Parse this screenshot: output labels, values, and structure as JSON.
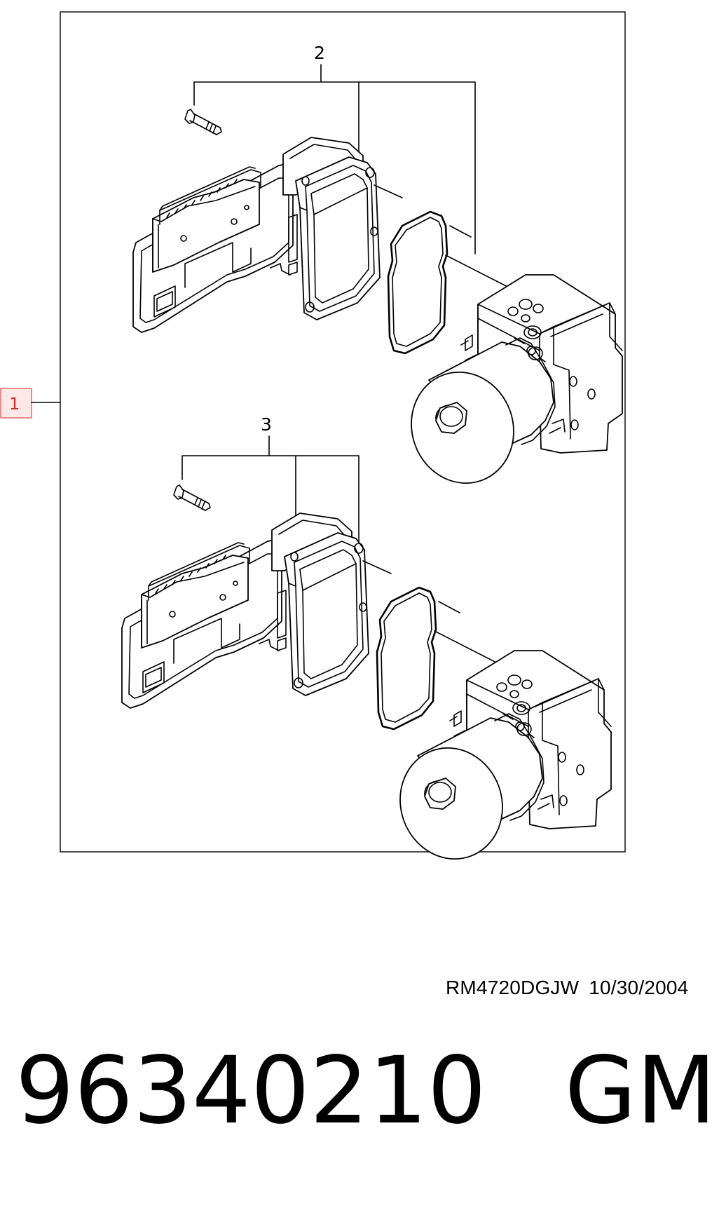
{
  "diagram": {
    "callouts": {
      "assembly": "1",
      "upper_kit": "2",
      "lower_kit": "3"
    },
    "colors": {
      "highlight_border": "#e57373",
      "highlight_fill": "#fde8e8",
      "highlight_text": "#d32f2f"
    }
  },
  "footer": {
    "ref_code": "RM4720DGJW",
    "ref_date": "10/30/2004",
    "part_number": "96340210",
    "brand": "GM"
  }
}
